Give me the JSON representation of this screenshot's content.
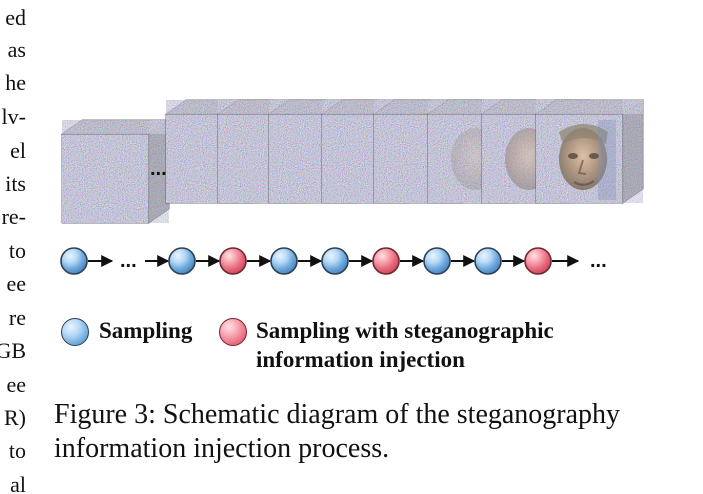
{
  "left_column": {
    "lines": [
      "ed",
      "as",
      "he",
      "lv-",
      "el",
      "its",
      "re-",
      "to",
      "ee",
      "re",
      "GB",
      "ee",
      "R)",
      "to",
      "al"
    ]
  },
  "diagram": {
    "frame_count": 10,
    "steps": [
      {
        "type": "sampling"
      },
      {
        "type": "ellipsis",
        "text": "..."
      },
      {
        "type": "sampling"
      },
      {
        "type": "steganographic"
      },
      {
        "type": "sampling"
      },
      {
        "type": "sampling"
      },
      {
        "type": "steganographic"
      },
      {
        "type": "sampling"
      },
      {
        "type": "sampling"
      },
      {
        "type": "steganographic"
      },
      {
        "type": "ellipsis",
        "text": "..."
      }
    ],
    "colors": {
      "blue_node": "#6fa9dc",
      "red_node": "#e86a7c",
      "arrow": "#111111"
    }
  },
  "legend": {
    "sampling_label": "Sampling",
    "steganographic_label_line1": "Sampling with steganographic",
    "steganographic_label_line2": "information injection"
  },
  "caption": {
    "line1": "Figure 3: Schematic diagram of the steganography",
    "line2": "information injection process."
  }
}
